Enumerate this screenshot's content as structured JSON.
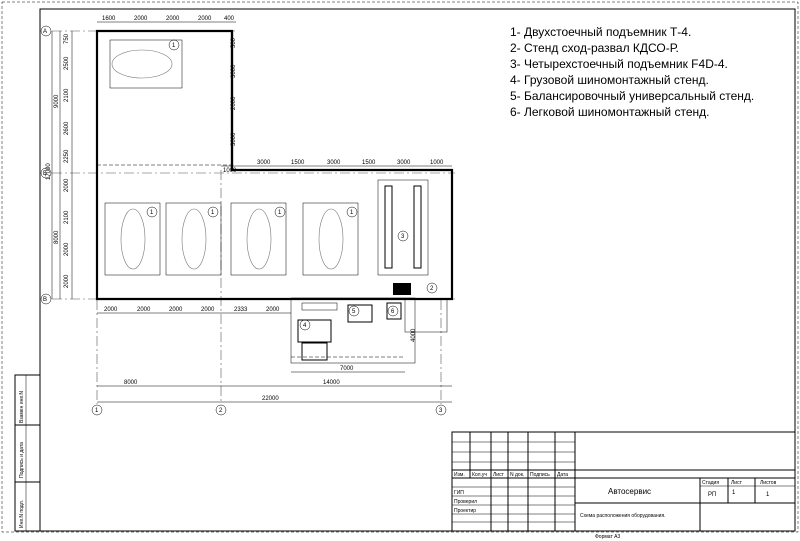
{
  "legend": [
    "1- Двухстоечный подъемник Т-4.",
    "2- Стенд сход-развал КДСО-Р.",
    "3- Четырехстоечный подъемник F4D-4.",
    "4- Грузовой шиномонтажный стенд.",
    "5- Балансировочный универсальный стенд.",
    "6- Легковой шиномонтажный стенд."
  ],
  "axes": {
    "rows": [
      "А",
      "Б",
      "В"
    ],
    "cols": [
      "1",
      "2",
      "3"
    ]
  },
  "markers": [
    "1",
    "1",
    "1",
    "1",
    "1",
    "2",
    "3",
    "4",
    "5",
    "6"
  ],
  "dims": {
    "top": [
      "1600",
      "2000",
      "2000",
      "2000",
      "400"
    ],
    "left": [
      "750",
      "2500",
      "2100",
      "2600",
      "2250",
      "2000",
      "2100",
      "2000",
      "2000"
    ],
    "left_totals": [
      "9000",
      "8000",
      "17000"
    ],
    "right_upper": [
      "500",
      "3000",
      "2000",
      "3000"
    ],
    "middle_top": [
      "1000",
      "3000",
      "1500",
      "3000",
      "1500",
      "3000",
      "1000"
    ],
    "bottom": [
      "2000",
      "2000",
      "2000",
      "2000",
      "2333",
      "2000"
    ],
    "overall": [
      "8000",
      "14000",
      "22000",
      "7000",
      "4000"
    ]
  },
  "side_stamp": [
    "Взамен инв.N",
    "Подпись и дата",
    "Инв.N подл."
  ],
  "title_block": {
    "columns": [
      "Изм.",
      "Кол.уч",
      "Лист",
      "N док.",
      "Подпись",
      "Дата"
    ],
    "roles": [
      "ГИП",
      "Проверил",
      "Проектир"
    ],
    "project": "Автосервис",
    "sheet_title": "Схема расположения оборудования.",
    "stage_label": "Стадия",
    "sheet_label": "Лист",
    "sheets_label": "Листов",
    "stage": "РП",
    "sheet": "1",
    "sheets": "1"
  },
  "format": "Формат А3"
}
